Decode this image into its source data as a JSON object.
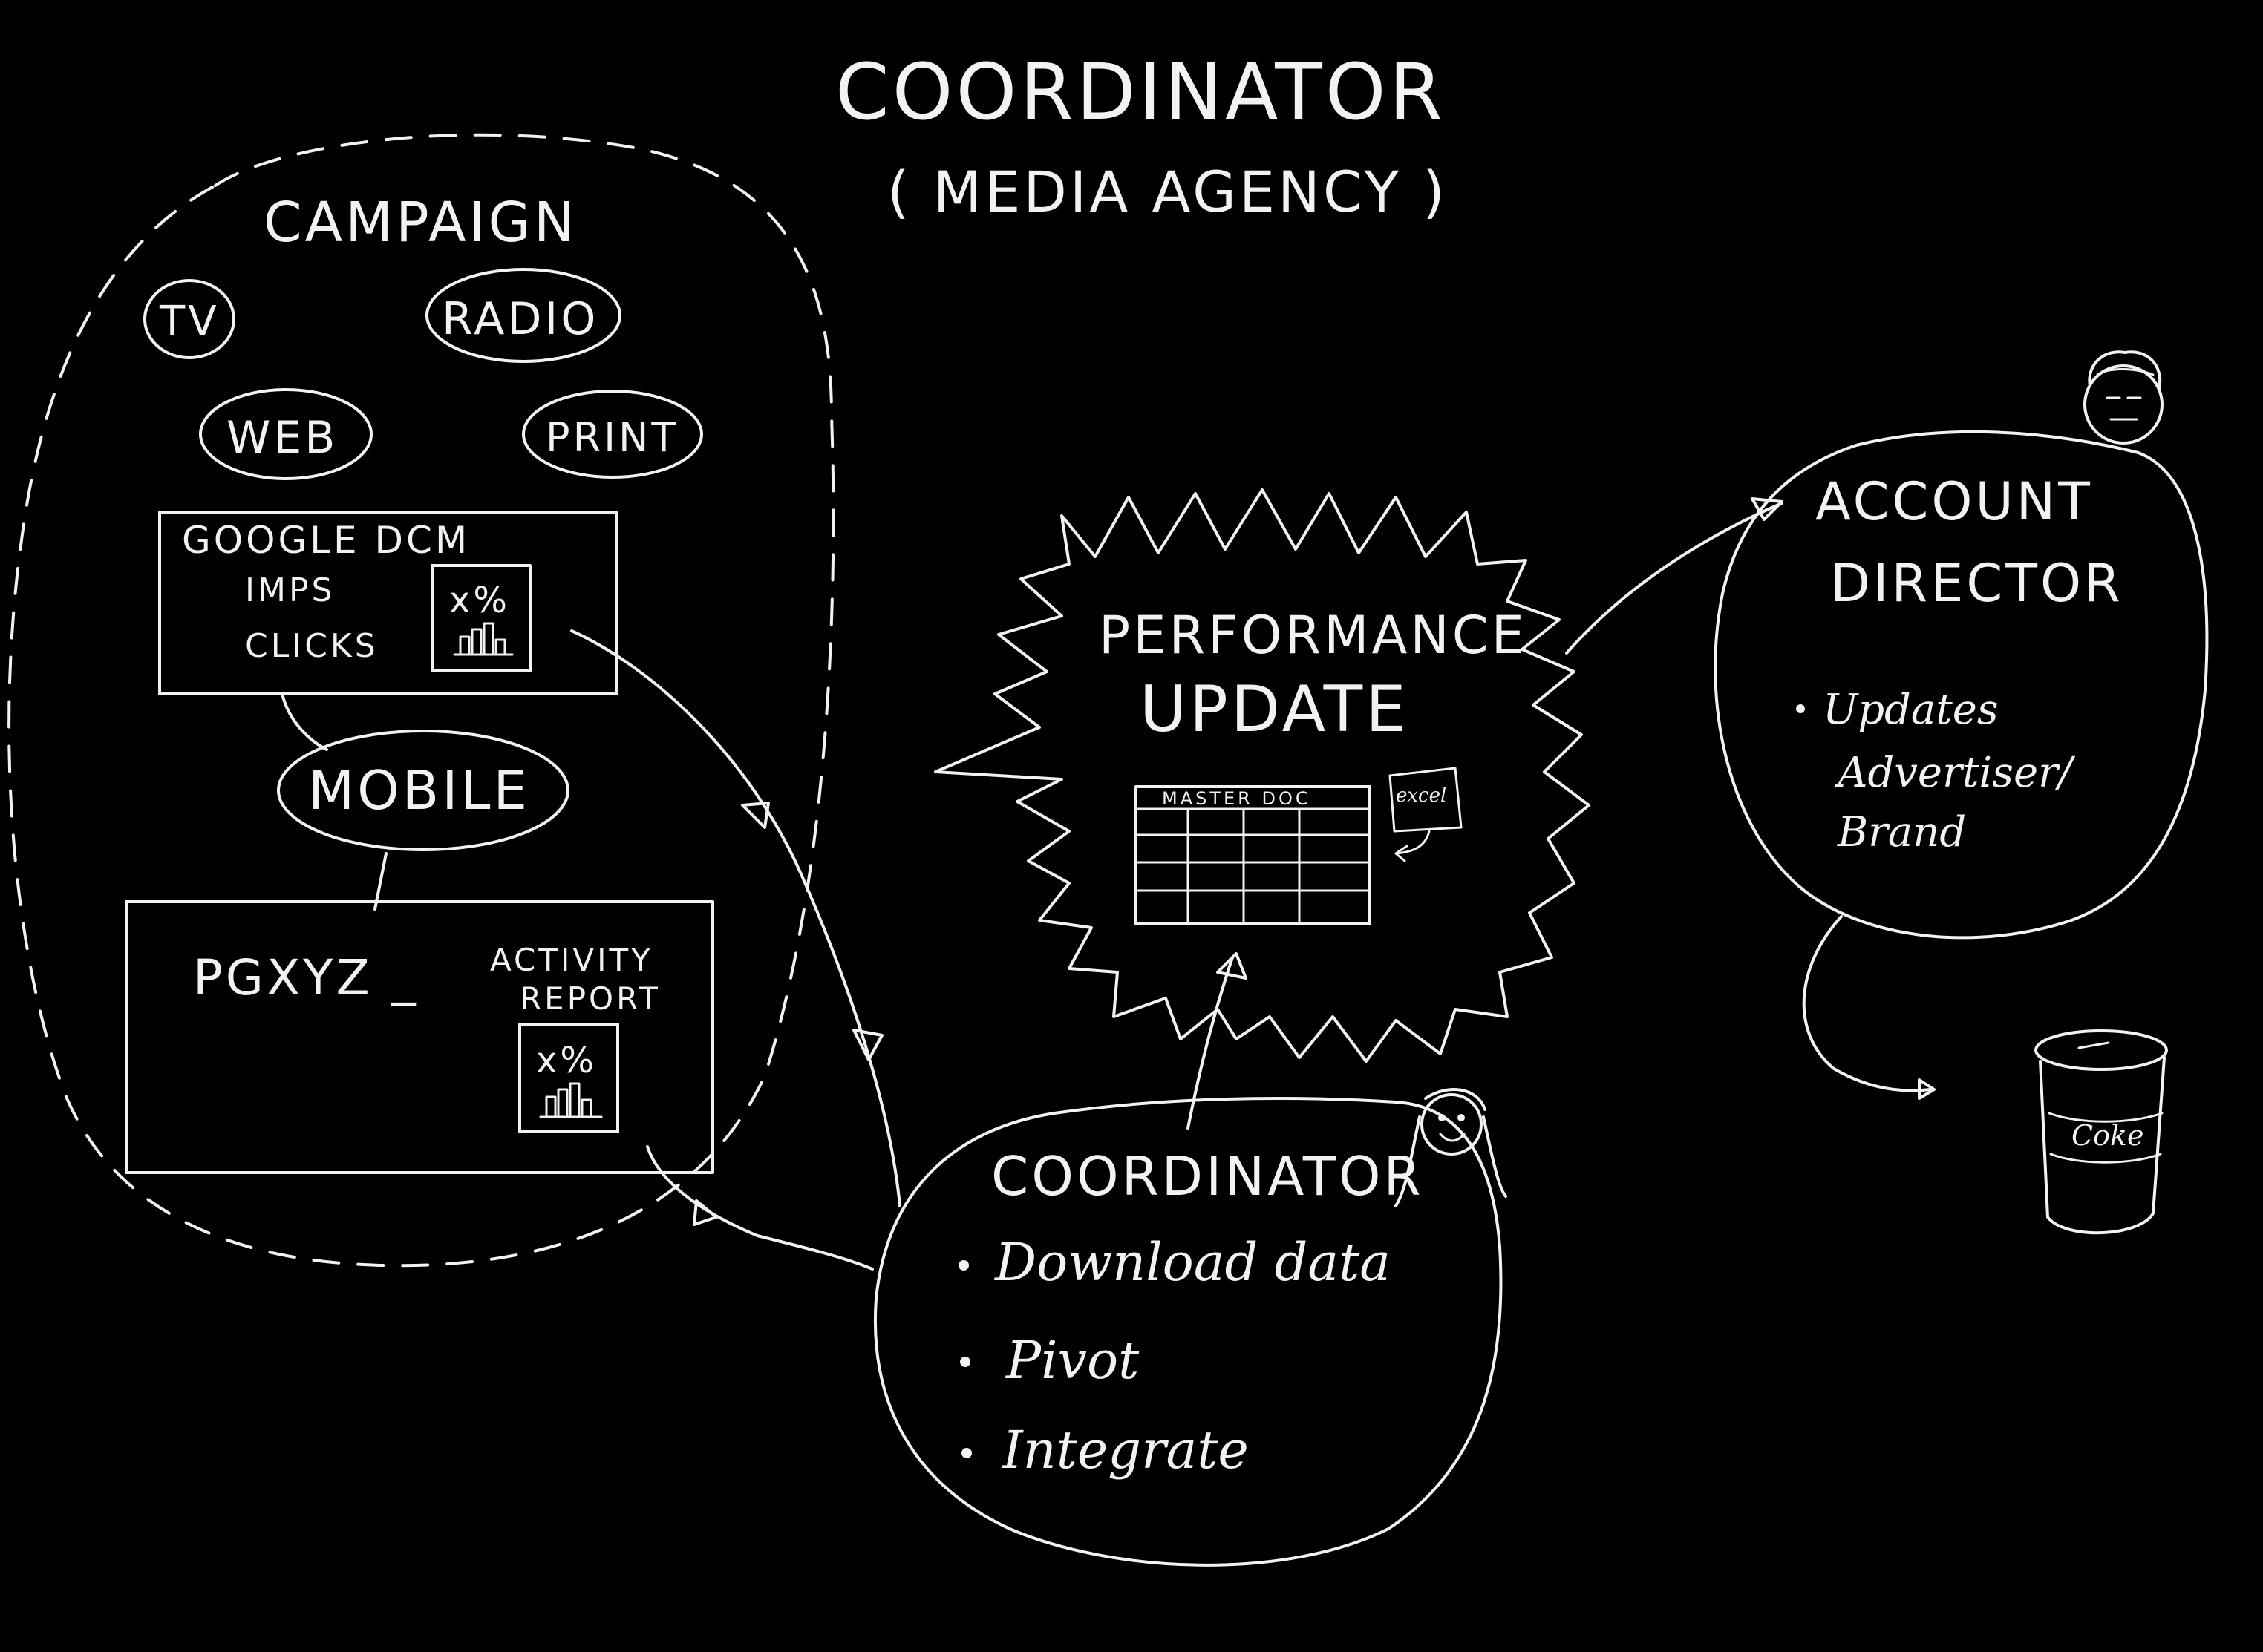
{
  "title": {
    "line1": "COORDINATOR",
    "line2": "( MEDIA AGENCY )"
  },
  "campaign": {
    "label": "CAMPAIGN",
    "channels": [
      "TV",
      "RADIO",
      "WEB",
      "PRINT"
    ],
    "google_dcm": {
      "title": "GOOGLE DCM",
      "metrics": [
        "IMPS",
        "CLICKS"
      ],
      "report_glyph": "x%"
    },
    "mobile": "MOBILE",
    "pgxyz": {
      "name": "PGXYZ _",
      "report_title_line1": "ACTIVITY",
      "report_title_line2": "REPORT",
      "report_glyph": "x%"
    }
  },
  "performance": {
    "line1": "PERFORMANCE",
    "line2": "UPDATE",
    "master_doc": "MASTER DOC",
    "excel": "excel"
  },
  "coordinator": {
    "label": "COORDINATOR",
    "tasks": [
      "Download data",
      "Pivot",
      "Integrate"
    ]
  },
  "account_director": {
    "line1": "ACCOUNT",
    "line2": "DIRECTOR",
    "tasks_line1": "Updates",
    "tasks_line2": "Advertiser/",
    "tasks_line3": "Brand"
  },
  "brand_can": "Coke",
  "icons": [
    "coordinator-avatar",
    "account-director-avatar",
    "coke-can",
    "bar-chart",
    "excel-file"
  ],
  "colors": {
    "background": "#000000",
    "ink": "#f2f2f2"
  }
}
